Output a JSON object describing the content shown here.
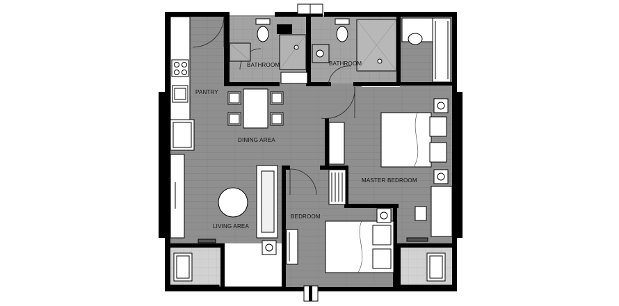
{
  "rooms": {
    "pantry": "PANTRY",
    "bathroom_left": "BATHROOM",
    "bathroom_right": "BATHROOM",
    "dining_area": "DINING AREA",
    "master_bedroom": "MASTER BEDROOM",
    "living_area": "LIVING AREA",
    "bedroom": "BEDROOM"
  },
  "colors": {
    "floor_wood": "#8f8f8f",
    "floor_tile": "#a6a6a6",
    "wall": "#000000",
    "fixture": "#ffffff",
    "balcony": "#c8c8c8"
  }
}
